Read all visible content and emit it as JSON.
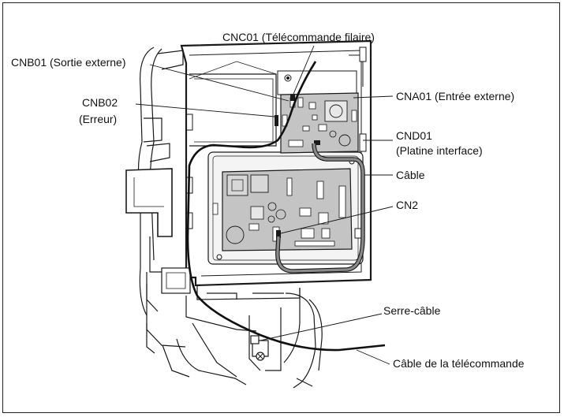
{
  "labels": {
    "cnc01": "CNC01 (Télécommande filaire)",
    "cnb01": "CNB01 (Sortie externe)",
    "cnb02": "CNB02",
    "cnb02_sub": "(Erreur)",
    "cna01": "CNA01 (Entrée externe)",
    "cnd01": "CND01",
    "cnd01_sub": "(Platine interface)",
    "cable": "Câble",
    "cn2": "CN2",
    "serre_cable": "Serre-câble",
    "cable_telecommande": "Câble de la télécommande"
  },
  "colors": {
    "line": "#1a1a1a",
    "board": "#c4c4c4",
    "cable_gray": "#7a7a7a",
    "border": "#222222"
  }
}
